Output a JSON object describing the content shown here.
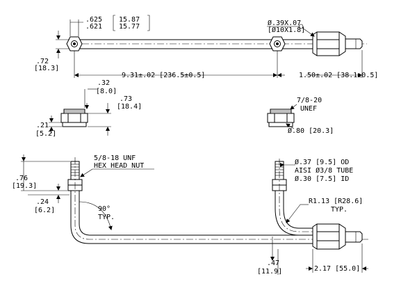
{
  "top_view": {
    "hex_width_in": ".625",
    "hex_width_in_min": ".621",
    "hex_width_mm": "15.87",
    "hex_width_mm_min": "15.77",
    "fitting_dia_in": "Ø.39X.07",
    "fitting_dia_mm": "[Ø10X1.8]",
    "height_in": ".72",
    "height_mm": "[18.3]",
    "length_main": "9.31±.02 [236.5±0.5]",
    "length_end": "1.50±.02 [38.1±0.5]"
  },
  "nut_detail": {
    "d1_in": ".32",
    "d1_mm": "[8.0]",
    "d2_in": ".73",
    "d2_mm": "[18.4]",
    "d3_in": ".21",
    "d3_mm": "[5.2]",
    "thread_line1": "7/8-20",
    "thread_line2": "UNEF",
    "dia": "Ø.80 [20.3]"
  },
  "bottom_view": {
    "nut_label_1": "5/8-18 UNF",
    "nut_label_2": "HEX HEAD NUT",
    "h1_in": ".76",
    "h1_mm": "[19.3]",
    "h2_in": ".24",
    "h2_mm": "[6.2]",
    "bend_angle": "90°",
    "bend_note": "TYP.",
    "od": "Ø.37 [9.5] OD",
    "tube_spec": "AISI Ø3/8 TUBE",
    "id": "Ø.30 [7.5] ID",
    "radius": "R1.13 [R28.6]",
    "radius_note": "TYP.",
    "offset_in": ".47",
    "offset_mm": "[11.9]",
    "end_len": "2.17 [55.0]"
  }
}
